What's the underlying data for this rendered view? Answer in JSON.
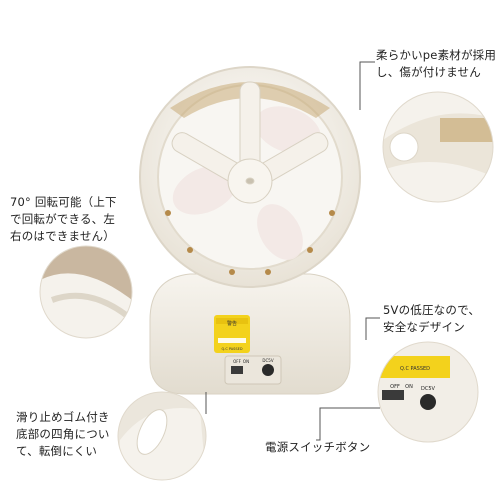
{
  "callouts": {
    "soft_material": "柔らかいpe素材が採用\nし、傷が付けません",
    "rotation": "70°  回転可能（上下\nで回転ができる、左\n右のはできません）",
    "low_voltage": "5Vの低圧なので、\n安全なデザイン",
    "rubber_feet": "滑り止めゴム付き\n底部の四角につい\nて、転倒にくい",
    "power_switch": "電源スイッチボタン"
  },
  "product_labels": {
    "warning_title": "警告",
    "qc_label": "Q.C PASSED",
    "switch_off": "OFF",
    "switch_on": "ON",
    "power_input": "DC5V"
  },
  "colors": {
    "body": "#f4f0e8",
    "shade": "#e3ddd1",
    "accent_tan": "#c9ac78",
    "warning_yellow": "#f3d21c",
    "leader_line": "#555555"
  }
}
